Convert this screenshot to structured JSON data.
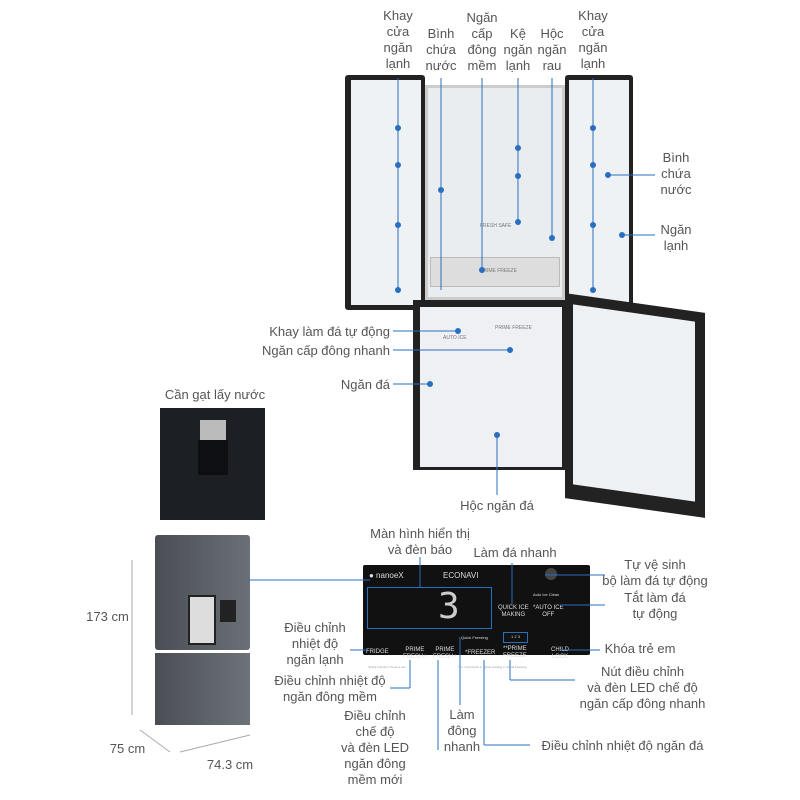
{
  "top_labels": [
    "Khay\ncửa\nngăn\nlạnh",
    "Bình\nchứa\nnước",
    "Ngăn\ncấp\nđông\nmềm",
    "Kệ\nngăn\nlạnh",
    "Hộc\nngăn\nrau",
    "Khay\ncửa\nngăn\nlạnh"
  ],
  "right_labels": {
    "water_tank": "Bình\nchứa\nnước",
    "fridge_compartment": "Ngăn\nlạnh"
  },
  "left_labels": {
    "ice_maker": "Khay làm đá tự động",
    "quick_freeze": "Ngăn cấp đông nhanh",
    "freezer": "Ngăn đá"
  },
  "freezer_drawer": "Hộc ngăn đá",
  "water_lever": "Cần gạt lấy nước",
  "dimensions": {
    "height": "173 cm",
    "depth": "75 cm",
    "width": "74.3 cm"
  },
  "panel_callouts": {
    "display": "Màn hình hiển thị\nvà đèn báo",
    "quick_ice": "Làm đá nhanh",
    "self_clean": "Tự vệ sinh\nbộ làm đá tự động",
    "auto_ice_off": "Tắt làm đá\ntự động",
    "child_lock": "Khóa trẻ em",
    "fridge_temp": "Điều chỉnh\nnhiệt độ\nngăn lạnh",
    "prime_fresh_temp": "Điều chỉnh nhiệt độ\nngăn đông mềm",
    "prime_fresh_mode": "Điều chỉnh\nchế độ\nvà đèn LED\nngăn đông\nmềm mới",
    "quick_freezing": "Làm\nđông\nnhanh",
    "prime_freeze": "Nút điều chỉnh\nvà đèn LED chế độ\nngăn cấp đông nhanh",
    "freezer_temp": "Điều chỉnh nhiệt độ ngăn đá"
  },
  "panel": {
    "nanoe": "● nanoeX",
    "econavi": "ECONAVI",
    "auto_ice_clean": "Auto Ice Clean",
    "quick_ice_making": "QUICK ICE\nMAKING",
    "auto_ice_off": "*AUTO ICE\nOFF",
    "display_digit": "3",
    "fridge": "FRIDGE",
    "prime_fresh_1": "PRIME\nFRESH+",
    "prime_fresh_2": "PRIME\nFRESH+",
    "freezer": "*FREEZER",
    "prime_freeze": "**PRIME\nFREEZE",
    "child_lock": "CHILD\nLOCK",
    "quick_freezing": "Quick Freezing",
    "levels": "1   2   3",
    "note1": "*Extra Function: Press 3 sec.",
    "note2": "** 1. Cool Down  2. Quick Cooling  3. Rapid Freezing"
  },
  "interior_tags": {
    "fresh_safe": "FRESH SAFE",
    "prime_freeze": "PRIME FREEZE",
    "auto_ice": "AUTO ICE"
  },
  "colors": {
    "accent": "#2a6fbf",
    "panel": "#111111",
    "fridge_body": "#555a60"
  }
}
